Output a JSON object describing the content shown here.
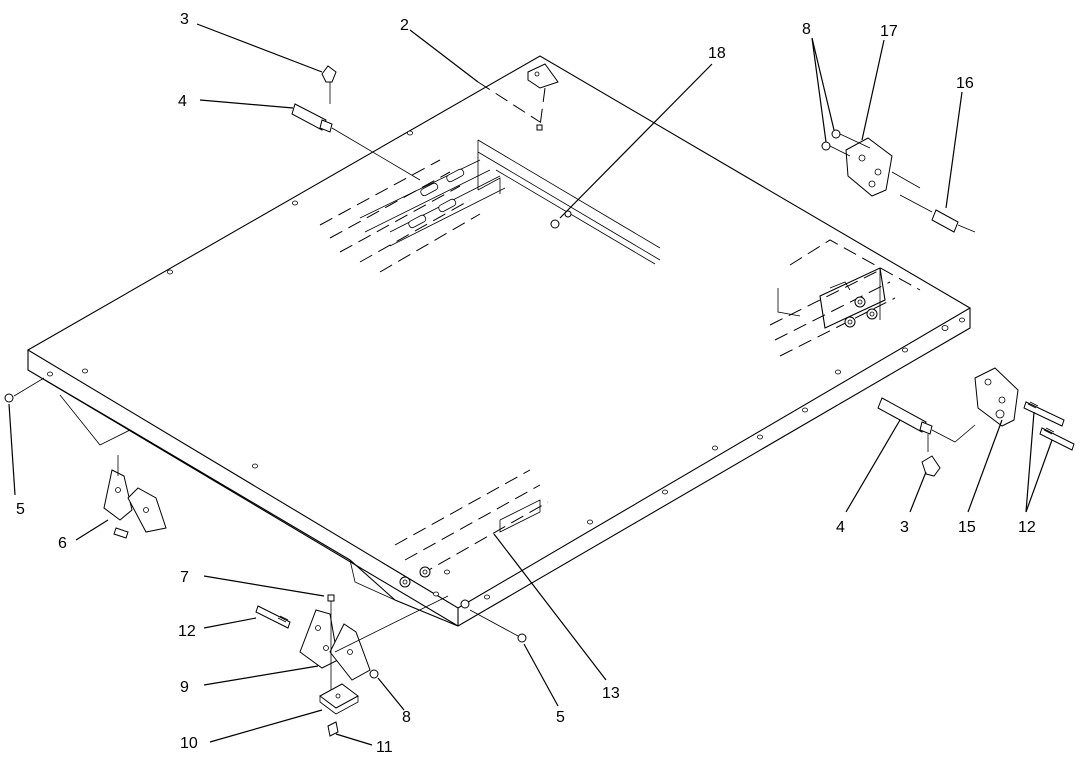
{
  "callouts": {
    "c2": "2",
    "c3a": "3",
    "c4a": "4",
    "c18": "18",
    "c8a": "8",
    "c17": "17",
    "c16": "16",
    "c5a": "5",
    "c6": "6",
    "c4b": "4",
    "c3b": "3",
    "c15": "15",
    "c12a": "12",
    "c7": "7",
    "c12b": "12",
    "c9": "9",
    "c10": "10",
    "c11": "11",
    "c8b": "8",
    "c5b": "5",
    "c13": "13"
  }
}
